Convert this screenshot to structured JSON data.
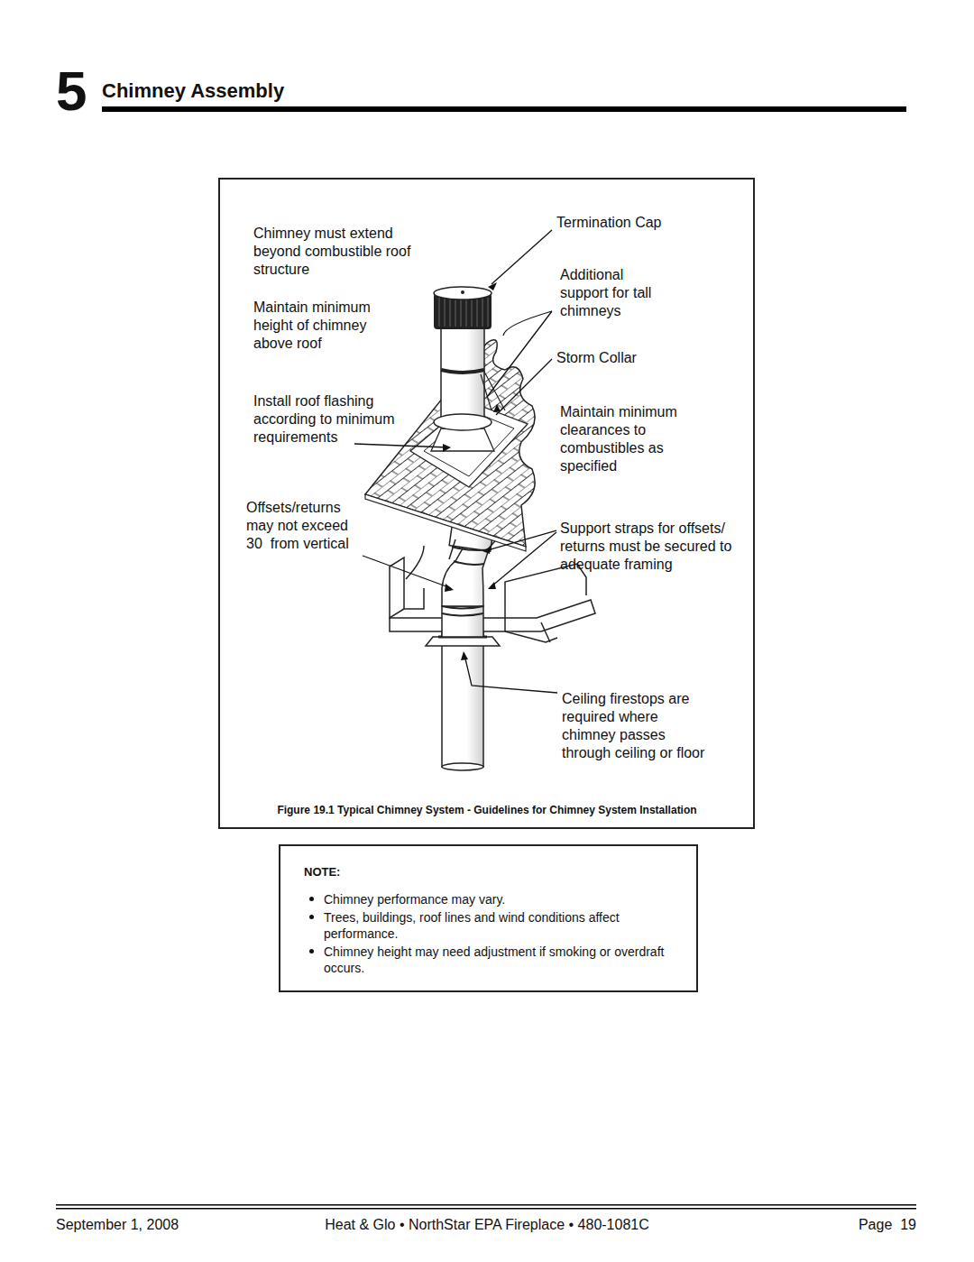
{
  "diagram": {
    "title": "Chimney Assembly",
    "caption": "Figure 19.1 Typical Chimney System - Guidelines for Chimney System Installation",
    "nodes": [
      {
        "text": [
          "NOTE:",
          "Chimney performance may vary.",
          "Trees, buildings, roof lines and wind conditions affect performance.",
          "Chimney height may need adjustment if smoking or overdraft occurs."
        ]
      }
    ],
    "labels": [
      "5",
      "Chimney must extend beyond combustible roof structure",
      "Maintain minimum height of chimney above roof",
      "Install roof flashing according to minimum requirements",
      "Offsets/returns may not exceed 30  from vertical",
      "Termination Cap",
      "Additional support for tall chimneys",
      "Storm Collar",
      "Maintain minimum clearances to combustibles as specified",
      "Support straps for offsets/ returns must be secured to adequate framing",
      "Ceiling firestops are required where chimney passes through ceiling or floor",
      "September 1, 2008",
      "Heat & Glo • NorthStar EPA Fireplace • 480-1081C",
      "Page  19"
    ]
  }
}
